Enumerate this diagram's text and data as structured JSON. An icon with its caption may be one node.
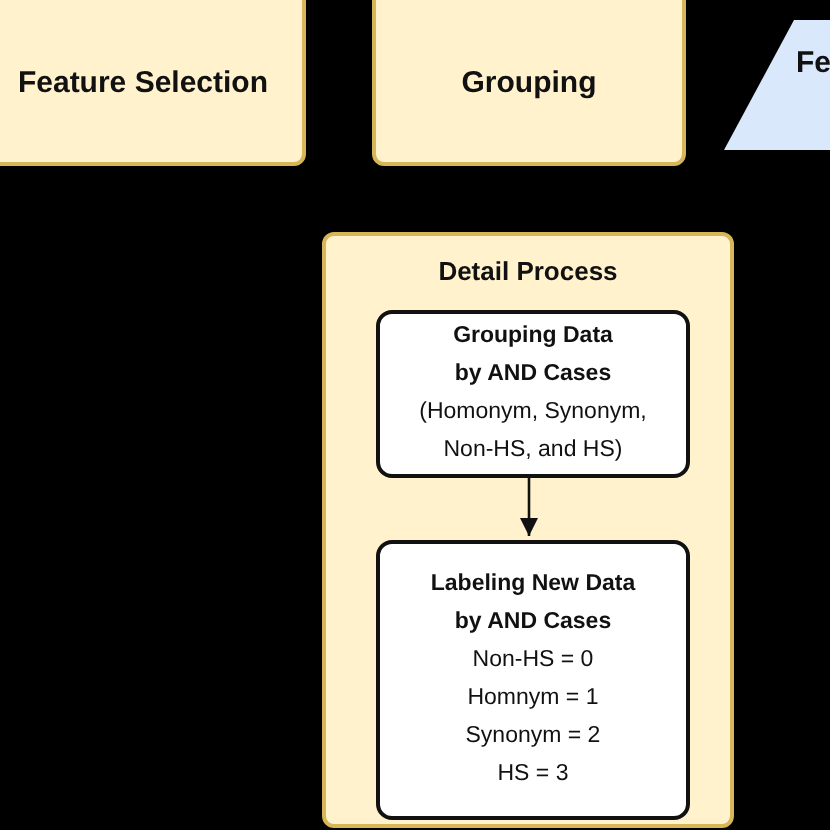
{
  "diagram": {
    "nodes": [
      {
        "text": [
          "Feature Selection"
        ]
      },
      {
        "text": [
          "Grouping"
        ]
      },
      {
        "text": [
          "Fe"
        ]
      },
      {
        "text": [
          "Detail Process"
        ]
      },
      {
        "text": [
          "Grouping Data by AND Cases",
          "(Homonym, Synonym, Non-HS, and HS)"
        ],
        "in": 3
      },
      {
        "text": [
          "Labeling New Data by AND Cases",
          "Non-HS = 0",
          "Homnym = 1",
          "Synonym = 2",
          "HS = 3"
        ],
        "in": 3
      }
    ],
    "edges": [
      {
        "from": 4,
        "to": 5,
        "arrow": "to"
      }
    ]
  }
}
